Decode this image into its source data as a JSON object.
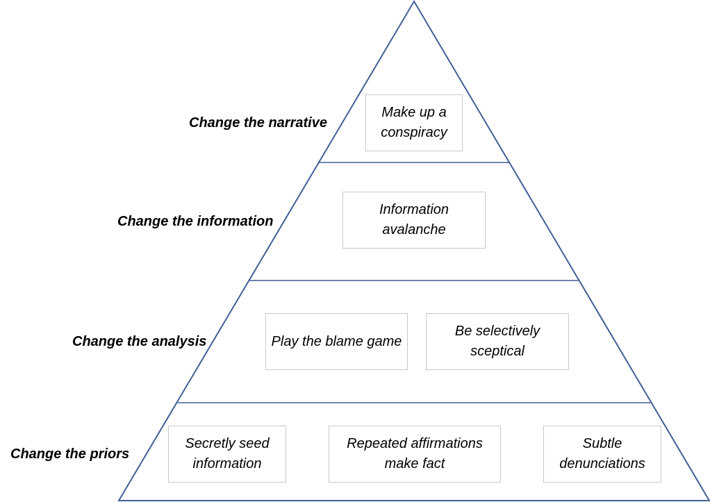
{
  "colors": {
    "outline": "#3f5f93",
    "box_border": "#c8c8c8",
    "text": "#000000"
  },
  "levels": [
    {
      "label": "Change the narrative",
      "tactics": [
        "Make up a conspiracy"
      ]
    },
    {
      "label": "Change the information",
      "tactics": [
        "Information avalanche"
      ]
    },
    {
      "label": "Change the analysis",
      "tactics": [
        "Play the blame game",
        "Be selectively sceptical"
      ]
    },
    {
      "label": "Change the priors",
      "tactics": [
        "Secretly seed information",
        "Repeated affirmations make fact",
        "Subtle denunciations"
      ]
    }
  ]
}
